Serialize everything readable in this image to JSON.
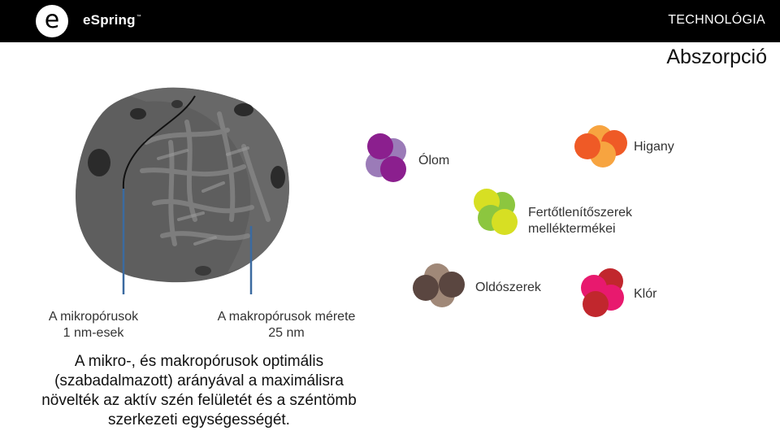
{
  "header": {
    "logo_letter": "e",
    "brand": "eSpring",
    "brand_tm": "™",
    "section": "TECHNOLÓGIA"
  },
  "page_title": "Abszorpció",
  "labels": {
    "micropores_line1": "A mikropórusok",
    "micropores_line2": "1 nm-esek",
    "macropores_line1": "A makropórusok mérete",
    "macropores_line2": "25 nm"
  },
  "summary_lines": [
    "A mikro-, és makropórusok optimális",
    "(szabadalmazott) arányával a maximálisra",
    "növelték az aktív szén felületét és a széntömb",
    "szerkezeti egységességét."
  ],
  "contaminants": {
    "lead": {
      "label": "Ólom",
      "colors": [
        "#9b7bb8",
        "#8b1f8e"
      ]
    },
    "mercury": {
      "label": "Higany",
      "colors": [
        "#f7a440",
        "#ef5a26"
      ]
    },
    "disinfection": {
      "label_line1": "Fertőtlenítőszerek",
      "label_line2": "melléktermékei",
      "colors": [
        "#8cc63f",
        "#d7df23"
      ]
    },
    "solvents": {
      "label": "Oldószerek",
      "colors": [
        "#a08878",
        "#5a4640"
      ]
    },
    "chlorine": {
      "label": "Klór",
      "colors": [
        "#e8196e",
        "#c1272d"
      ]
    }
  }
}
